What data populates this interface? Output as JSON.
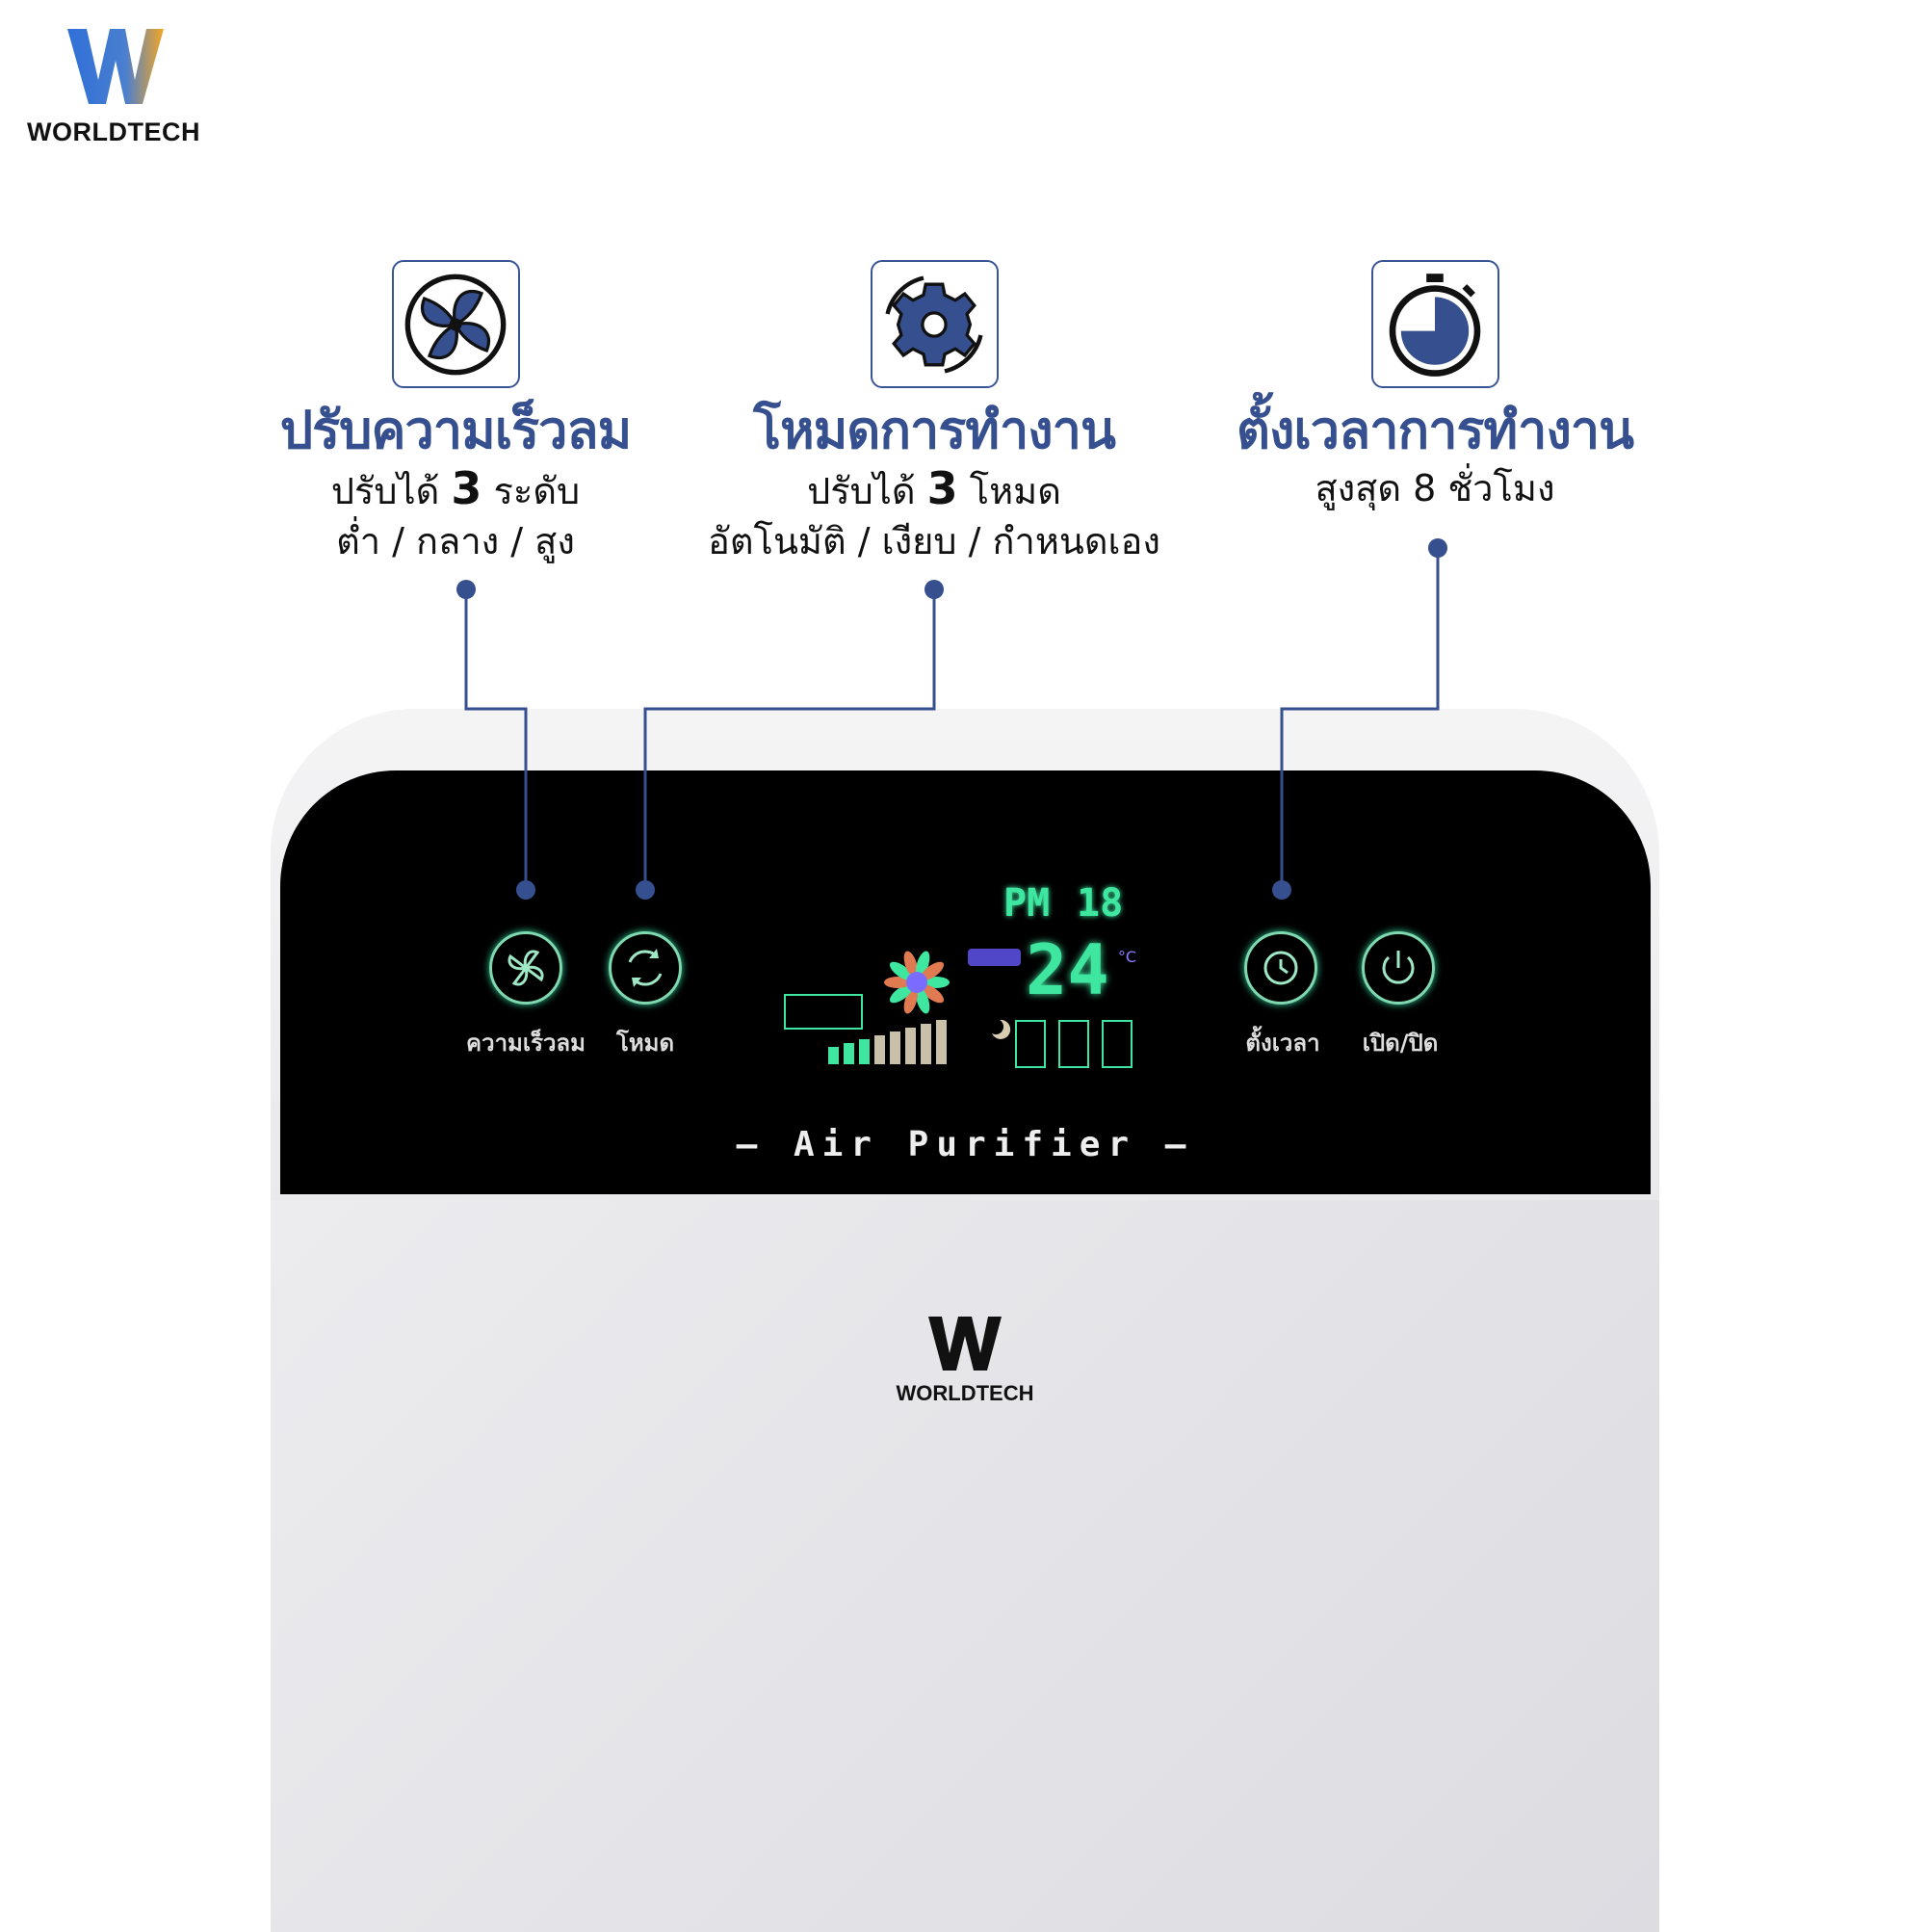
{
  "brand": {
    "name": "WORLDTECH"
  },
  "features": [
    {
      "icon": "fan-icon",
      "title": "ปรับความเร็วลม",
      "line1_pre": "ปรับได้ ",
      "line1_num": "3",
      "line1_post": " ระดับ",
      "line2": "ต่ำ / กลาง / สูง"
    },
    {
      "icon": "gear-icon",
      "title": "โหมดการทำงาน",
      "line1_pre": "ปรับได้ ",
      "line1_num": "3",
      "line1_post": " โหมด",
      "line2": "อัตโนมัติ / เงียบ / กำหนดเอง"
    },
    {
      "icon": "timer-icon",
      "title": "ตั้งเวลาการทำงาน",
      "line1": "สูงสุด 8 ชั่วโมง"
    }
  ],
  "device": {
    "buttons": [
      {
        "label": "ความเร็วลม"
      },
      {
        "label": "โหมด"
      },
      {
        "label": "ตั้งเวลา"
      },
      {
        "label": "เปิด/ปิด"
      }
    ],
    "display": {
      "pm_label": "PM",
      "pm_value": "18",
      "temp": "24",
      "temp_unit": "°C",
      "fan_level": 3,
      "fan_level_max": 8
    },
    "product_label": "— Air Purifier —",
    "brand": "WORLDTECH"
  },
  "colors": {
    "accent": "#354f8f",
    "lcd": "#3ee6a0"
  }
}
